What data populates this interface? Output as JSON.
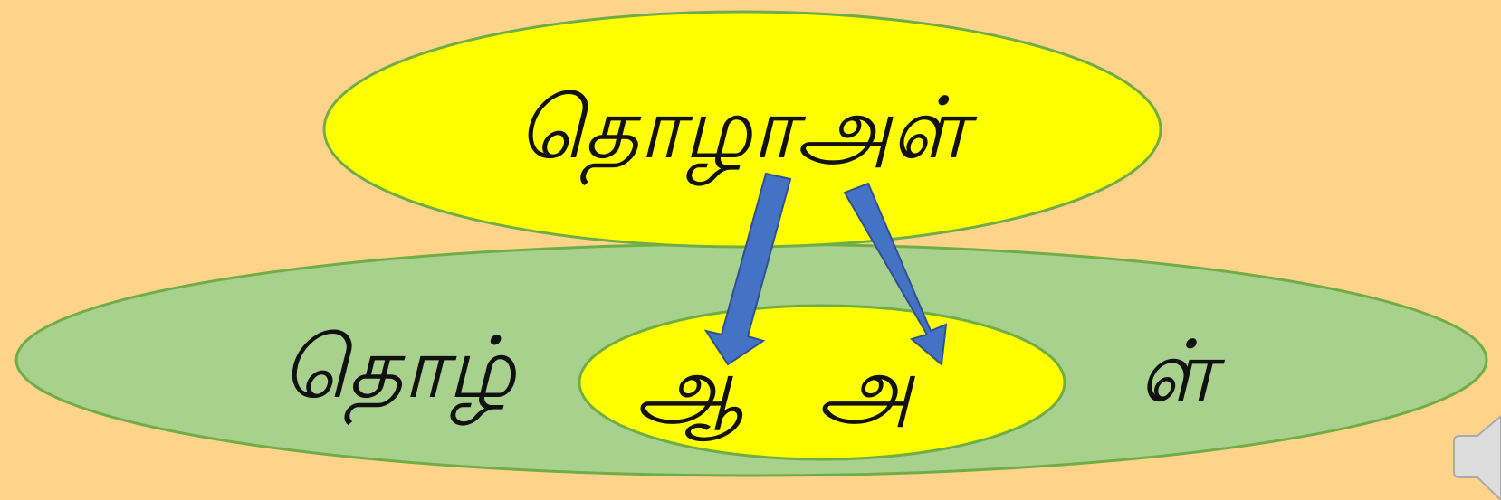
{
  "diagram": {
    "top_word": "தொழாஅள்",
    "bottom_left": "தொழ்",
    "inner_left": "ஆ",
    "inner_right": "அ",
    "bottom_right": "ள்"
  },
  "colors": {
    "background": "#FFD38A",
    "top_ellipse_fill": "#FFFF00",
    "bottom_ellipse_fill": "#A9D18E",
    "inner_ellipse_fill": "#FFFF00",
    "ellipse_stroke": "#70AD47",
    "arrow_fill": "#4472C4",
    "arrow_stroke": "#2F528F",
    "text": "#111111"
  },
  "icons": {
    "speaker": "speaker-icon"
  }
}
